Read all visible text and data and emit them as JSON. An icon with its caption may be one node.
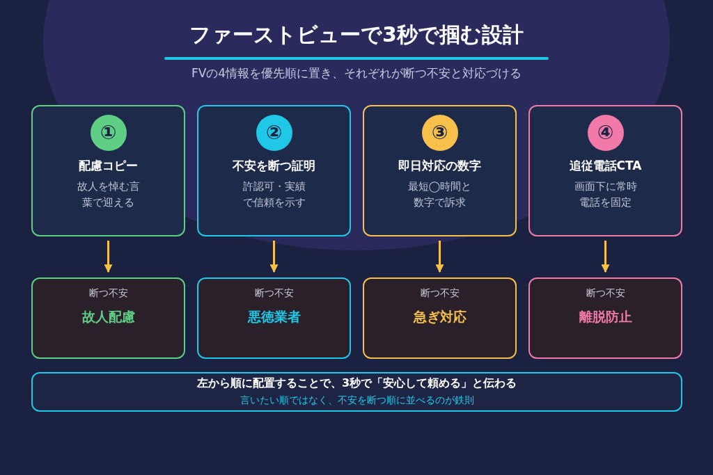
{
  "diagram": {
    "title": "ファーストビューで3秒で掴む設計",
    "nodes": [
      {
        "text": [
          "①",
          "配慮コピー",
          "故人を悼む言葉で迎える"
        ]
      },
      {
        "text": [
          "②",
          "不安を断つ証明",
          "許認可・実績で信頼を示す"
        ]
      },
      {
        "text": [
          "③",
          "即日対応の数字",
          "最短◯時間と数字で訴求"
        ]
      },
      {
        "text": [
          "④",
          "追従電話CTA",
          "画面下に常時電話を固定"
        ]
      },
      {
        "text": [
          "断つ不安",
          "故人配慮"
        ]
      },
      {
        "text": [
          "断つ不安",
          "悪徳業者"
        ]
      },
      {
        "text": [
          "断つ不安",
          "急ぎ対応"
        ]
      },
      {
        "text": [
          "断つ不安",
          "離脱防止"
        ]
      },
      {
        "text": [
          "左から順に配置することで、3秒で「安心して頼める」と伝わる",
          "言いたい順ではなく、不安を断つ順に並べるのが鉄則"
        ]
      }
    ],
    "edges": [
      {
        "from": 0,
        "to": 4,
        "arrow": "to"
      },
      {
        "from": 1,
        "to": 5,
        "arrow": "to"
      },
      {
        "from": 2,
        "to": 6,
        "arrow": "to"
      },
      {
        "from": 3,
        "to": 7,
        "arrow": "to"
      }
    ],
    "labels": [
      "FVの4情報を優先順に置き、それぞれが断つ不安と対応づける"
    ]
  }
}
